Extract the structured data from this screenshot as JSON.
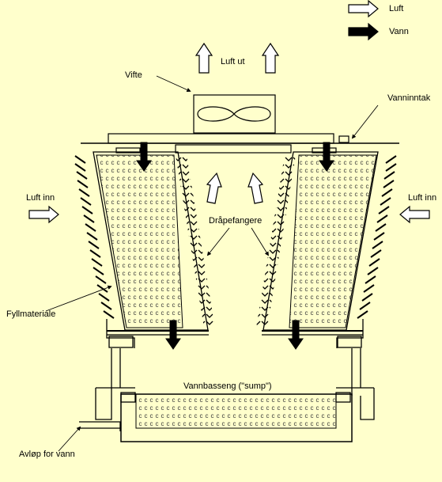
{
  "legend": {
    "air": "Luft",
    "water": "Vann"
  },
  "labels": {
    "air_out": "Luft ut",
    "fan": "Vifte",
    "water_intake": "Vanninntak",
    "air_in_left": "Luft inn",
    "air_in_right": "Luft inn",
    "drift_eliminators": "Dråpefangere",
    "fill": "Fyllmateriale",
    "sump": "Vannbasseng (\"sump\")",
    "drain": "Avløp for vann"
  },
  "colors": {
    "background": "#ffffcc",
    "line": "#000000",
    "water_arrow": "#000000",
    "air_arrow": "#ffffff"
  }
}
